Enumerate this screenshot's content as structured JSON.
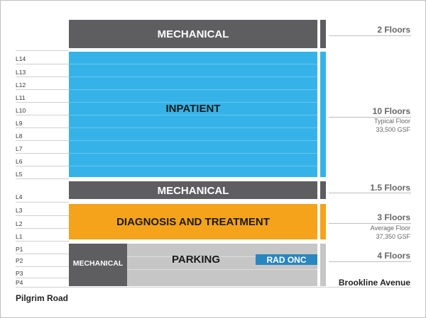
{
  "blocks": {
    "mechanical_top": "MECHANICAL",
    "inpatient": "INPATIENT",
    "mechanical_mid": "MECHANICAL",
    "diagnosis": "DIAGNOSIS AND TREATMENT",
    "mechanical_bottom": "MECHANICAL",
    "parking": "PARKING",
    "rad_onc": "RAD ONC"
  },
  "floors": [
    "L14",
    "L13",
    "L12",
    "L11",
    "L10",
    "L9",
    "L8",
    "L7",
    "L6",
    "L5",
    "L4",
    "L3",
    "L2",
    "L1",
    "P1",
    "P2",
    "P3",
    "P4"
  ],
  "right_labels": {
    "mech_top": "2 Floors",
    "inpatient_title": "10 Floors",
    "inpatient_sub1": "Typical Floor",
    "inpatient_sub2": "33,500 GSF",
    "mech_mid": "1.5 Floors",
    "diag_title": "3 Floors",
    "diag_sub1": "Average Floor",
    "diag_sub2": "37,350 GSF",
    "parking_title": "4 Floors"
  },
  "streets": {
    "left": "Pilgrim Road",
    "right": "Brookline Avenue"
  },
  "colors": {
    "mechanical": "#5e5e60",
    "inpatient": "#35b3e8",
    "diagnosis": "#f5a31a",
    "parking": "#c6c6c6",
    "rad_onc": "#2a86bf"
  }
}
